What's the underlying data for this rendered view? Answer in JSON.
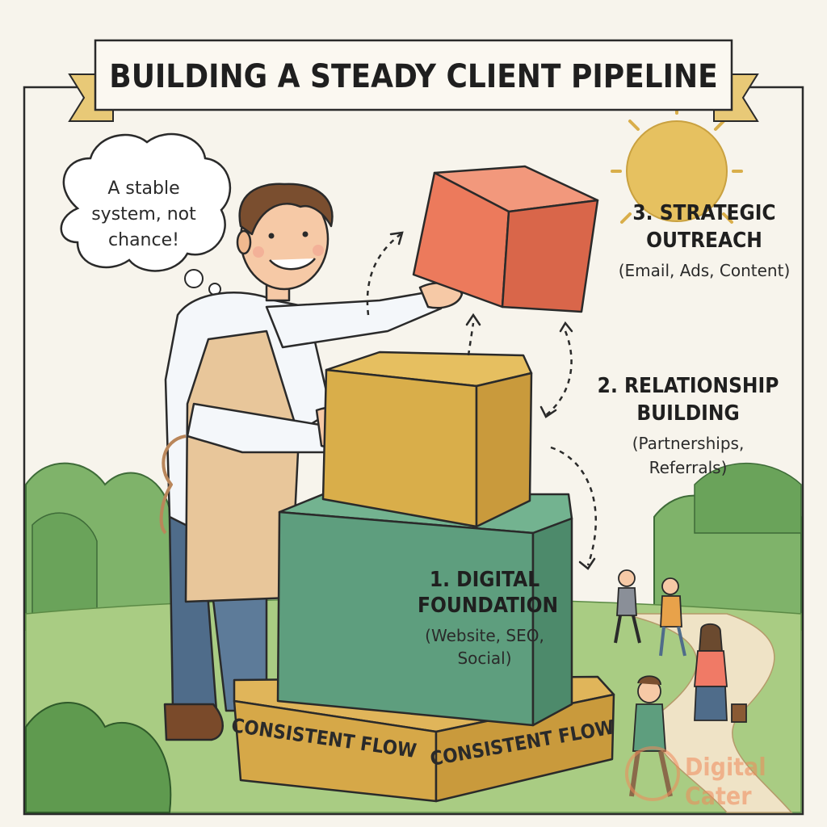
{
  "title": "BUILDING A STEADY CLIENT PIPELINE",
  "thought_bubble": {
    "line1": "A stable",
    "line2": "system, not",
    "line3": "chance!"
  },
  "blocks": {
    "base": {
      "label_left": "CONSISTENT FLOW",
      "label_right": "CONSISTENT FLOW"
    },
    "foundation": {
      "line1": "1. DIGITAL",
      "line2": "FOUNDATION",
      "line3": "(Website, SEO,",
      "line4": "Social)"
    },
    "relationship": {
      "line1": "2. RELATIONSHIP",
      "line2": "BUILDING",
      "line3": "(Partnerships,",
      "line4": "Referrals)"
    },
    "outreach": {
      "line1": "3. STRATEGIC",
      "line2": "OUTREACH",
      "line3": "(Email, Ads, Content)"
    }
  },
  "watermark": {
    "line1": "Digital",
    "line2": "Cater"
  },
  "colors": {
    "outreach": "#ec7a5c",
    "relationship": "#d9ae4a",
    "foundation": "#5e9e7e",
    "base": "#d6a848",
    "sun": "#e6c160",
    "grass": "#9cc47a",
    "path": "#efe3c6"
  }
}
